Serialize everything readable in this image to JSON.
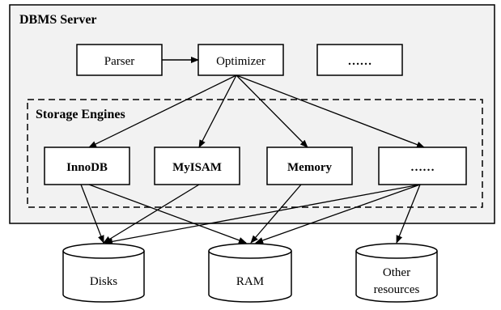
{
  "server": {
    "title": "DBMS Server"
  },
  "top_row": {
    "parser": "Parser",
    "optimizer": "Optimizer",
    "more": "……"
  },
  "storage": {
    "title": "Storage Engines",
    "engines": [
      "InnoDB",
      "MyISAM",
      "Memory",
      "……"
    ]
  },
  "resources": {
    "disks": "Disks",
    "ram": "RAM",
    "other_line1": "Other",
    "other_line2": "resources"
  },
  "colors": {
    "server_fill": "#f2f2f2",
    "stroke": "#000000",
    "box_fill": "#ffffff"
  }
}
